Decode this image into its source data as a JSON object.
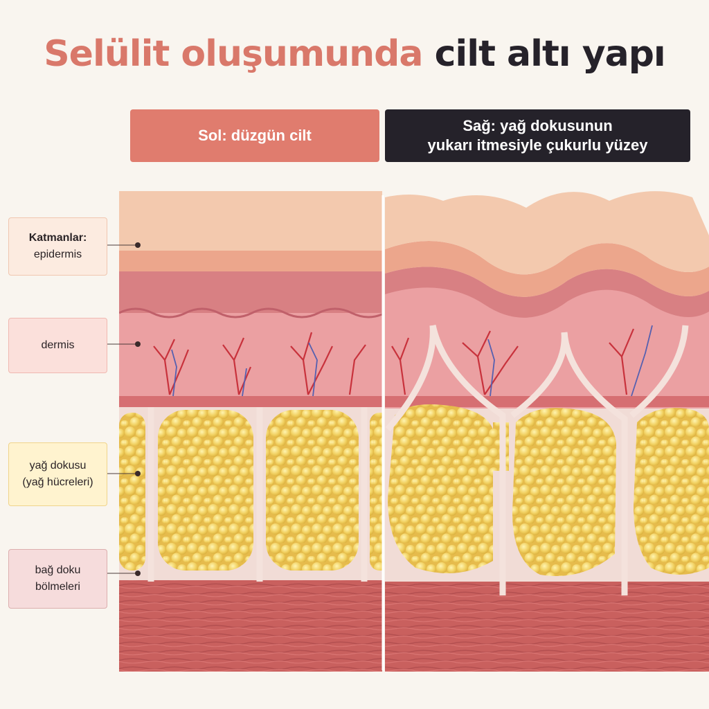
{
  "title": {
    "part1": "Selülit oluşumunda",
    "part2": "cilt altı yapı"
  },
  "headers": {
    "left": "Sol: düzgün cilt",
    "right_line1": "Sağ: yağ dokusunun",
    "right_line2": "yukarı itmesiyle çukurlu yüzey"
  },
  "labels": {
    "epidermis_line1": "Katmanlar:",
    "epidermis_line2": "epidermis",
    "dermis": "dermis",
    "fat_line1": "yağ dokusu",
    "fat_line2": "(yağ hücreleri)",
    "connective_line1": "bağ doku",
    "connective_line2": "bölmeleri"
  },
  "colors": {
    "accent": "#d9786a",
    "dark": "#26222a",
    "skin_surface": "#f3c9ae",
    "epidermis": "#eca98e",
    "dermis": "#ea9fa0",
    "fat": "#f2d46a",
    "septa": "#f1dcd6",
    "muscle": "#c9605e"
  }
}
